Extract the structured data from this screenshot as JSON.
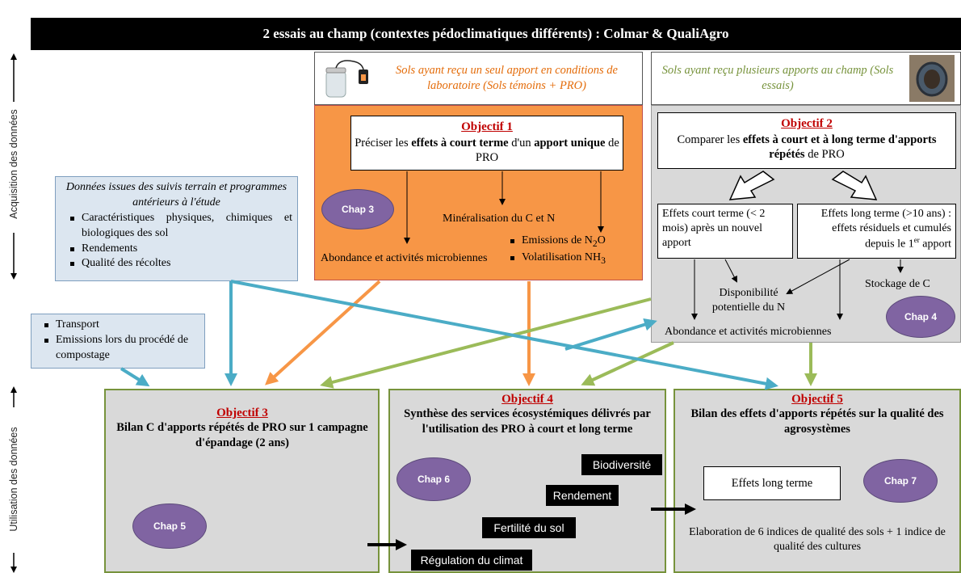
{
  "banner": "2 essais au champ (contextes pédoclimatiques différents) : Colmar & QualiAgro",
  "side": {
    "top": "Acquisition des données",
    "bottom": "Utilisation des données"
  },
  "lab_header": "Sols ayant reçu un seul apport en conditions de laboratoire (Sols témoins + PRO)",
  "field_header": "Sols ayant reçu plusieurs apports au champ (Sols essais)",
  "obj1": {
    "title": "Objectif 1",
    "pre": "Préciser les ",
    "b1": "effets à court terme",
    "mid": " d'un ",
    "b2": "apport unique",
    "post": " de PRO",
    "chap": "Chap 3",
    "mineral": "Minéralisation du C et N",
    "abond": "Abondance et activités microbiennes",
    "em1": "Emissions de N",
    "em1_sub": "2",
    "em1_end": "O",
    "em2": "Volatilisation NH",
    "em2_sub": "3"
  },
  "obj2": {
    "title": "Objectif 2",
    "pre": "Comparer les ",
    "b1": "effets à court et à long terme",
    "mid": " ",
    "b2": "d'apports répétés",
    "post": " de PRO",
    "short": "Effets court terme (< 2 mois) après un nouvel apport",
    "long_pre": "Effets long terme (>10 ans) : effets résiduels et cumulés depuis le 1",
    "long_sup": "er",
    "long_post": " apport",
    "dispo": "Disponibilité potentielle du N",
    "stock": "Stockage de C",
    "abond": "Abondance et activités microbiennes",
    "chap": "Chap 4"
  },
  "data_box": {
    "title": "Données issues des suivis terrain et programmes antérieurs à l'étude",
    "items": [
      "Caractéristiques physiques, chimiques et biologiques des sol",
      "Rendements",
      "Qualité des récoltes"
    ]
  },
  "transport_box": {
    "items": [
      "Transport",
      "Emissions lors du procédé de compostage"
    ]
  },
  "obj3": {
    "title": "Objectif 3",
    "text": "Bilan C  d'apports répétés de PRO sur 1 campagne d'épandage (2 ans)",
    "chap": "Chap 5"
  },
  "obj4": {
    "title": "Objectif 4",
    "text": "Synthèse des services écosystémiques délivrés par l'utilisation des PRO à court et long terme",
    "chap": "Chap 6",
    "labels": [
      "Biodiversité",
      "Rendement",
      "Fertilité  du sol",
      "Régulation du climat"
    ]
  },
  "obj5": {
    "title": "Objectif 5",
    "text": "Bilan des effets d'apports répétés sur la qualité des agrosystèmes",
    "chap": "Chap 7",
    "long": "Effets long terme",
    "elab": "Elaboration de 6 indices de qualité des sols + 1 indice de qualité des cultures"
  },
  "colors": {
    "orange": "#f79646",
    "green": "#9bbb59",
    "blue": "#4bacc6",
    "purple": "#8064a2",
    "red": "#c00000",
    "grey": "#d9d9d9"
  },
  "icons": [
    "jar-icon",
    "soil-core-photo"
  ]
}
